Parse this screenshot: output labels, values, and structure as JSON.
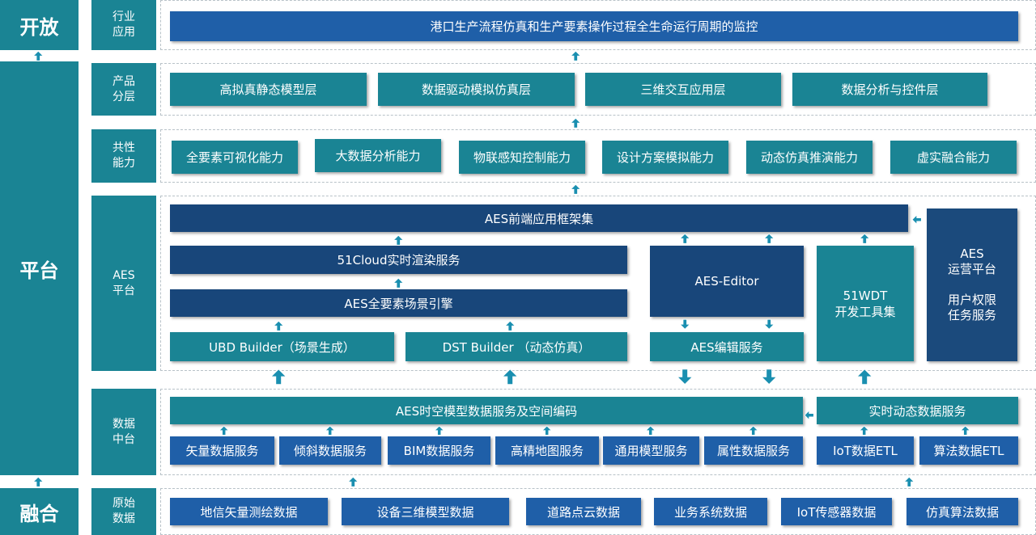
{
  "left": {
    "open": "开放",
    "platform": "平台",
    "fusion": "融合"
  },
  "labels": {
    "industry": "行业\n应用",
    "product": "产品\n分层",
    "common": "共性\n能力",
    "aes": "AES\n平台",
    "datacenter": "数据\n中台",
    "raw": "原始\n数据"
  },
  "industry": {
    "bar": "港口生产流程仿真和生产要素操作过程全生命运行周期的监控"
  },
  "product": [
    "高拟真静态模型层",
    "数据驱动模拟仿真层",
    "三维交互应用层",
    "数据分析与控件层"
  ],
  "common": [
    "全要素可视化能力",
    "大数据分析能力",
    "物联感知控制能力",
    "设计方案模拟能力",
    "动态仿真推演能力",
    "虚实融合能力"
  ],
  "aes": {
    "frontend": "AES前端应用框架集",
    "cloud": "51Cloud实时渲染服务",
    "engine": "AES全要素场景引擎",
    "ubd": "UBD Builder（场景生成）",
    "dst": "DST Builder （动态仿真）",
    "editor": "AES-Editor",
    "edit_service": "AES编辑服务",
    "wdt": "51WDT\n开发工具集",
    "ops": "AES\n运营平台\n\n用户权限\n任务服务"
  },
  "datacenter": {
    "spatial": "AES时空模型数据服务及空间编码",
    "realtime": "实时动态数据服务",
    "services": [
      "矢量数据服务",
      "倾斜数据服务",
      "BIM数据服务",
      "高精地图服务",
      "通用模型服务",
      "属性数据服务"
    ],
    "etl": [
      "IoT数据ETL",
      "算法数据ETL"
    ]
  },
  "raw": [
    "地信矢量测绘数据",
    "设备三维模型数据",
    "道路点云数据",
    "业务系统数据",
    "IoT传感器数据",
    "仿真算法数据"
  ]
}
